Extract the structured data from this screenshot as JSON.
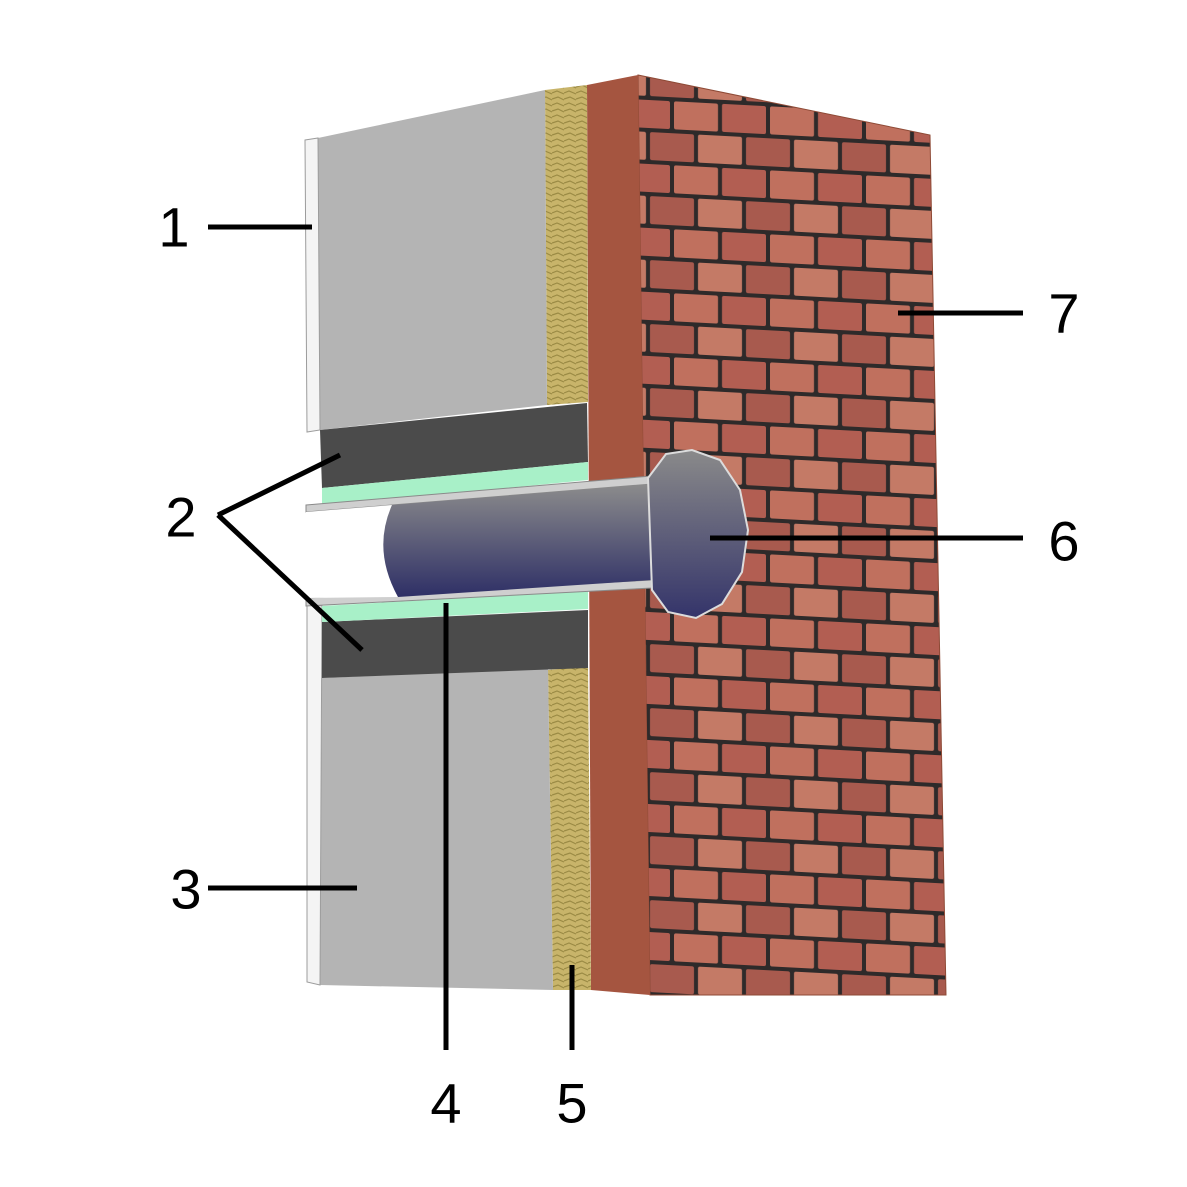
{
  "colors": {
    "background": "#ffffff",
    "plaster": "#b4b4b4",
    "plaster_edge": "#f4f4f4",
    "mineral_wool": "#c8b46a",
    "mineral_wool_dark": "#9a8a44",
    "brick_face": "#b86a5a",
    "brick_edge": "#8e4a36",
    "mortar": "#2e2a2a",
    "membrane": "#4b4b4b",
    "seal_strip": "#a8f0c8",
    "pipe_light": "#8c8c8c",
    "pipe_dark": "#2e2f66",
    "leader_line": "#000000"
  },
  "callouts": [
    {
      "id": "1",
      "label": "1"
    },
    {
      "id": "2",
      "label": "2"
    },
    {
      "id": "3",
      "label": "3"
    },
    {
      "id": "4",
      "label": "4"
    },
    {
      "id": "5",
      "label": "5"
    },
    {
      "id": "6",
      "label": "6"
    },
    {
      "id": "7",
      "label": "7"
    }
  ]
}
